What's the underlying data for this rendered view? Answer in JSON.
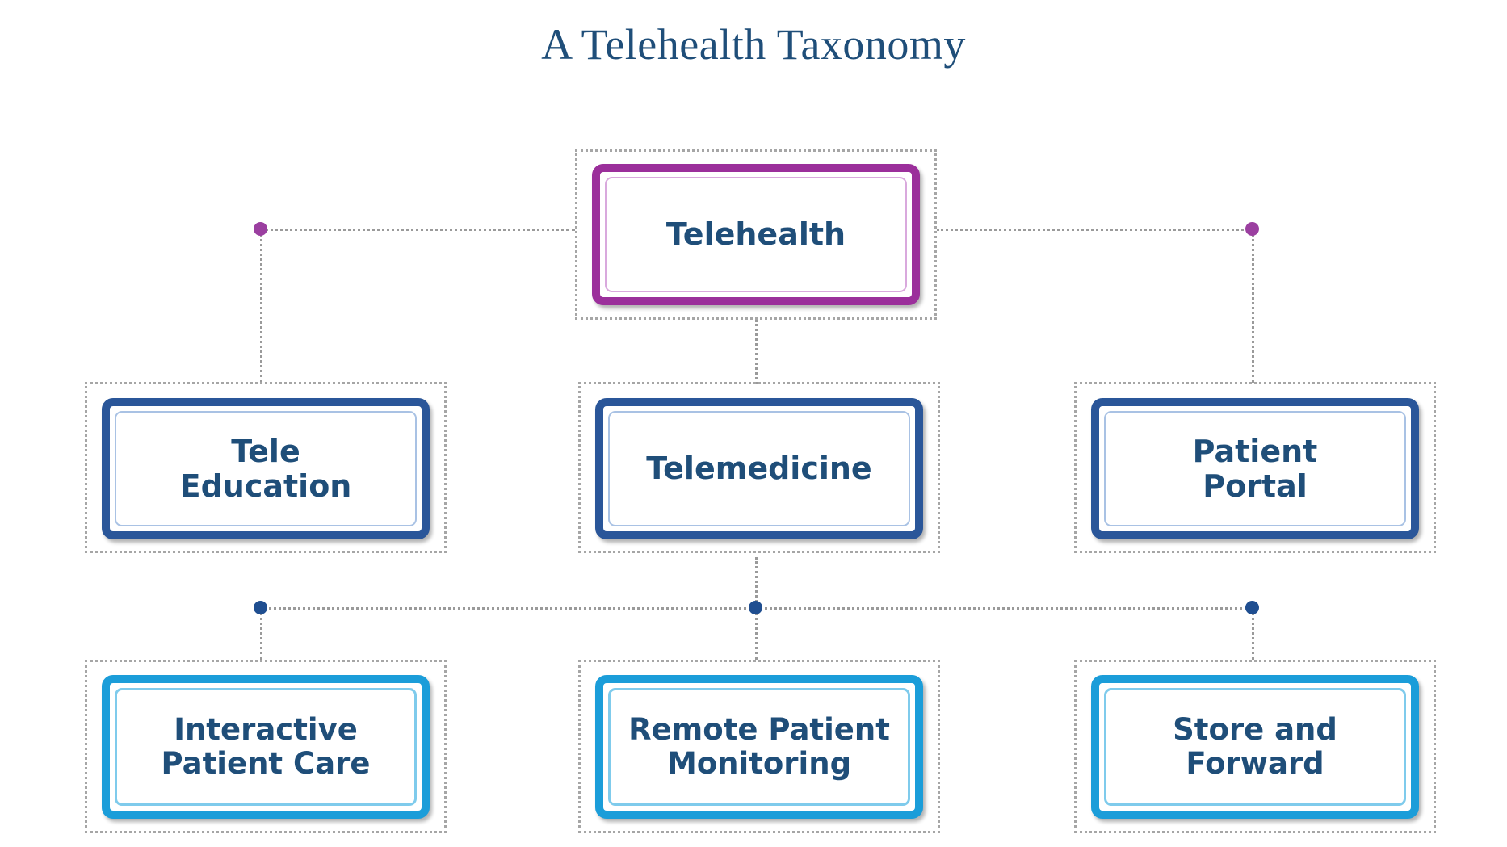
{
  "title": "A Telehealth Taxonomy",
  "colors": {
    "title_text": "#1f4e79",
    "node_text": "#1f4e79",
    "root_border": "#9b2f9b",
    "level2_border": "#2a5699",
    "level3_border": "#1b9dd9",
    "connector": "#9a9a9a",
    "slot_outline": "#a6a6a6",
    "junction_purple": "#9b3fa0",
    "junction_navy": "#1f4e90",
    "background": "#ffffff"
  },
  "nodes": {
    "root": {
      "label": "Telehealth",
      "level": 1
    },
    "level2": [
      {
        "label": "Tele\nEducation"
      },
      {
        "label": "Telemedicine"
      },
      {
        "label": "Patient\nPortal"
      }
    ],
    "level3": [
      {
        "label": "Interactive\nPatient Care"
      },
      {
        "label": "Remote Patient\nMonitoring"
      },
      {
        "label": "Store and\nForward"
      }
    ]
  },
  "edges": [
    {
      "from": "Telehealth",
      "to": "Tele Education"
    },
    {
      "from": "Telehealth",
      "to": "Telemedicine"
    },
    {
      "from": "Telehealth",
      "to": "Patient Portal"
    },
    {
      "from": "Telemedicine",
      "to": "Interactive Patient Care"
    },
    {
      "from": "Telemedicine",
      "to": "Remote Patient Monitoring"
    },
    {
      "from": "Telemedicine",
      "to": "Store and Forward"
    }
  ]
}
